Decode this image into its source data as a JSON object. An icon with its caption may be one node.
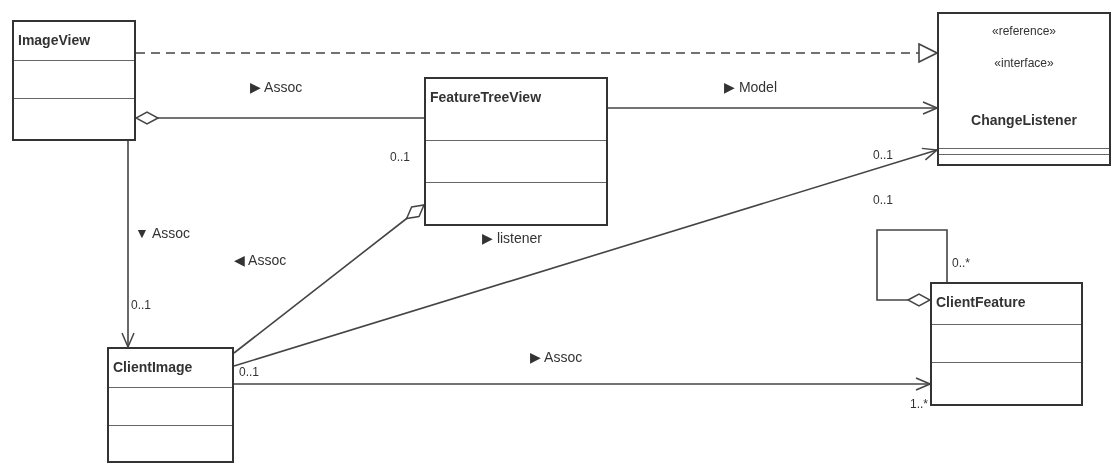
{
  "diagram": {
    "nodes": [
      {
        "text": [
          "ImageView"
        ]
      },
      {
        "text": [
          "FeatureTreeView"
        ]
      },
      {
        "text": [
          "«reference»",
          "«interface»",
          "ChangeListener"
        ]
      },
      {
        "text": [
          "ClientImage"
        ]
      },
      {
        "text": [
          "ClientFeature"
        ]
      }
    ],
    "edges": [
      {
        "from": 0,
        "to": 2,
        "arrow": "to",
        "style": "dashed"
      },
      {
        "from": 0,
        "to": 1,
        "arrow": "other",
        "label": "▶ Assoc"
      },
      {
        "from": 1,
        "to": 2,
        "arrow": "to",
        "label": "▶ Model"
      },
      {
        "from": 0,
        "to": 3,
        "arrow": "to",
        "label": "▼ Assoc"
      },
      {
        "from": 1,
        "to": 3,
        "arrow": "other",
        "label": "◀ Assoc"
      },
      {
        "from": 3,
        "to": 2,
        "arrow": "to",
        "label": "▶ listener"
      },
      {
        "from": 3,
        "to": 4,
        "arrow": "to",
        "label": "▶ Assoc"
      },
      {
        "from": 4,
        "to": 4,
        "arrow": "other"
      }
    ],
    "labels": [
      "0..1",
      "0..1",
      "0..1",
      "0..1",
      "0..*",
      "0..1",
      "1..*"
    ]
  }
}
